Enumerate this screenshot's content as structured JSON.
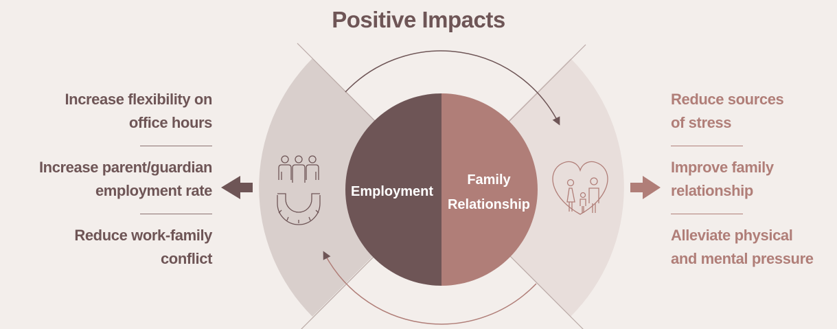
{
  "title": "Positive Impacts",
  "center": {
    "left_label": "Employment",
    "right_label_line1": "Family",
    "right_label_line2": "Relationship"
  },
  "left_items": [
    {
      "line1": "Increase flexibility on",
      "line2": "office hours"
    },
    {
      "line1": "Increase parent/guardian",
      "line2": "employment rate"
    },
    {
      "line1": "Reduce work-family",
      "line2": "conflict"
    }
  ],
  "right_items": [
    {
      "line1": "Reduce sources",
      "line2": "of stress"
    },
    {
      "line1": "Improve family",
      "line2": "relationship"
    },
    {
      "line1": "Alleviate physical",
      "line2": "and mental pressure"
    }
  ],
  "icons": {
    "left": "workers-gear-icon",
    "right": "family-heart-icon",
    "left_arrow": "arrow-left-icon",
    "right_arrow": "arrow-right-icon"
  },
  "colors": {
    "background": "#f3eeeb",
    "dark": "#6e5556",
    "accent": "#b07e78",
    "left_wing": "#d9cfcc",
    "right_wing": "#e8dedb"
  }
}
